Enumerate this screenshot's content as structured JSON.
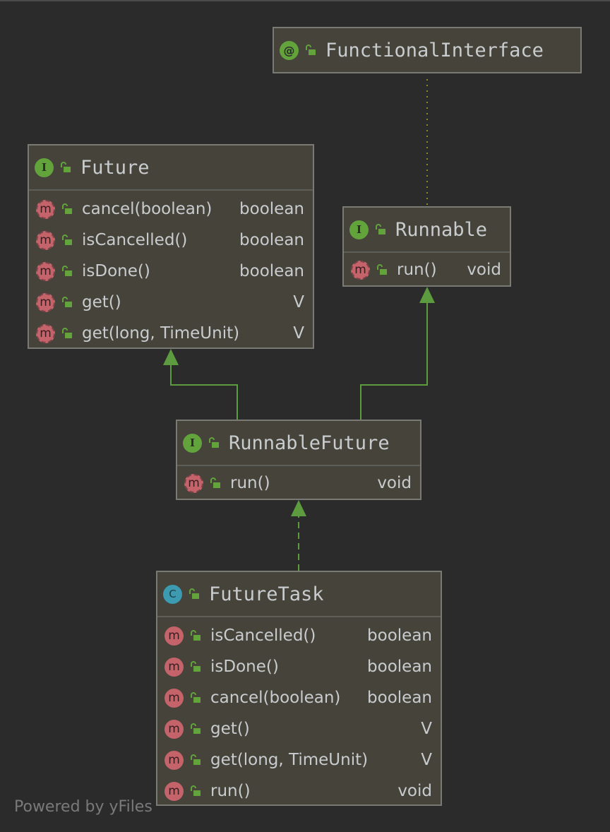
{
  "nodes": {
    "functional_interface": {
      "name": "FunctionalInterface",
      "kind_icon": "@",
      "kind": "annotation"
    },
    "future": {
      "name": "Future",
      "kind_icon": "I",
      "kind": "interface",
      "methods": [
        {
          "name": "cancel(boolean)",
          "type": "boolean",
          "icon": "m"
        },
        {
          "name": "isCancelled()",
          "type": "boolean",
          "icon": "m"
        },
        {
          "name": "isDone()",
          "type": "boolean",
          "icon": "m"
        },
        {
          "name": "get()",
          "type": "V",
          "icon": "m"
        },
        {
          "name": "get(long, TimeUnit)",
          "type": "V",
          "icon": "m"
        }
      ]
    },
    "runnable": {
      "name": "Runnable",
      "kind_icon": "I",
      "kind": "interface",
      "methods": [
        {
          "name": "run()",
          "type": "void",
          "icon": "m"
        }
      ]
    },
    "runnable_future": {
      "name": "RunnableFuture",
      "kind_icon": "I",
      "kind": "interface",
      "methods": [
        {
          "name": "run()",
          "type": "void",
          "icon": "m"
        }
      ]
    },
    "future_task": {
      "name": "FutureTask",
      "kind_icon": "C",
      "kind": "class",
      "methods": [
        {
          "name": "isCancelled()",
          "type": "boolean",
          "icon": "m"
        },
        {
          "name": "isDone()",
          "type": "boolean",
          "icon": "m"
        },
        {
          "name": "cancel(boolean)",
          "type": "boolean",
          "icon": "m"
        },
        {
          "name": "get()",
          "type": "V",
          "icon": "m"
        },
        {
          "name": "get(long, TimeUnit)",
          "type": "V",
          "icon": "m"
        },
        {
          "name": "run()",
          "type": "void",
          "icon": "m"
        }
      ]
    }
  },
  "edges": [
    {
      "from": "runnable",
      "to": "functional_interface",
      "style": "dotted"
    },
    {
      "from": "runnable_future",
      "to": "future",
      "style": "solid-extends"
    },
    {
      "from": "runnable_future",
      "to": "runnable",
      "style": "solid-extends"
    },
    {
      "from": "future_task",
      "to": "runnable_future",
      "style": "dashed-implements"
    }
  ],
  "colors": {
    "background": "#2b2b2b",
    "node_fill": "#45433a",
    "node_border": "#7a7a74",
    "edge_green": "#5c9c3f",
    "interface_badge": "#62a33c",
    "class_badge": "#3c9bb0",
    "method_badge": "#c5636a"
  },
  "footer": {
    "text": "Powered by yFiles"
  }
}
